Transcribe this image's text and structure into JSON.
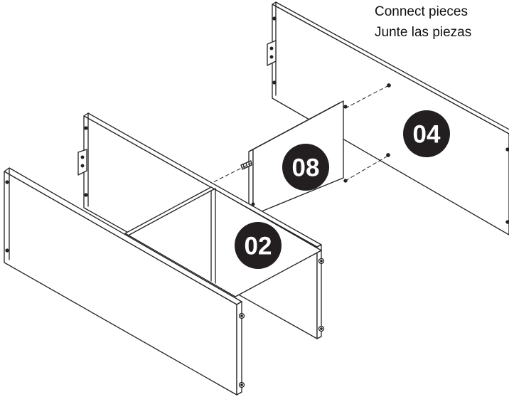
{
  "captions": {
    "english": "Connect pieces",
    "spanish": "Junte las piezas"
  },
  "parts": {
    "part_02": "02",
    "part_04": "04",
    "part_08": "08"
  },
  "colors": {
    "line": "#222222",
    "panel_fill": "#ffffff",
    "badge_fill": "#231f20",
    "badge_text": "#ffffff"
  }
}
